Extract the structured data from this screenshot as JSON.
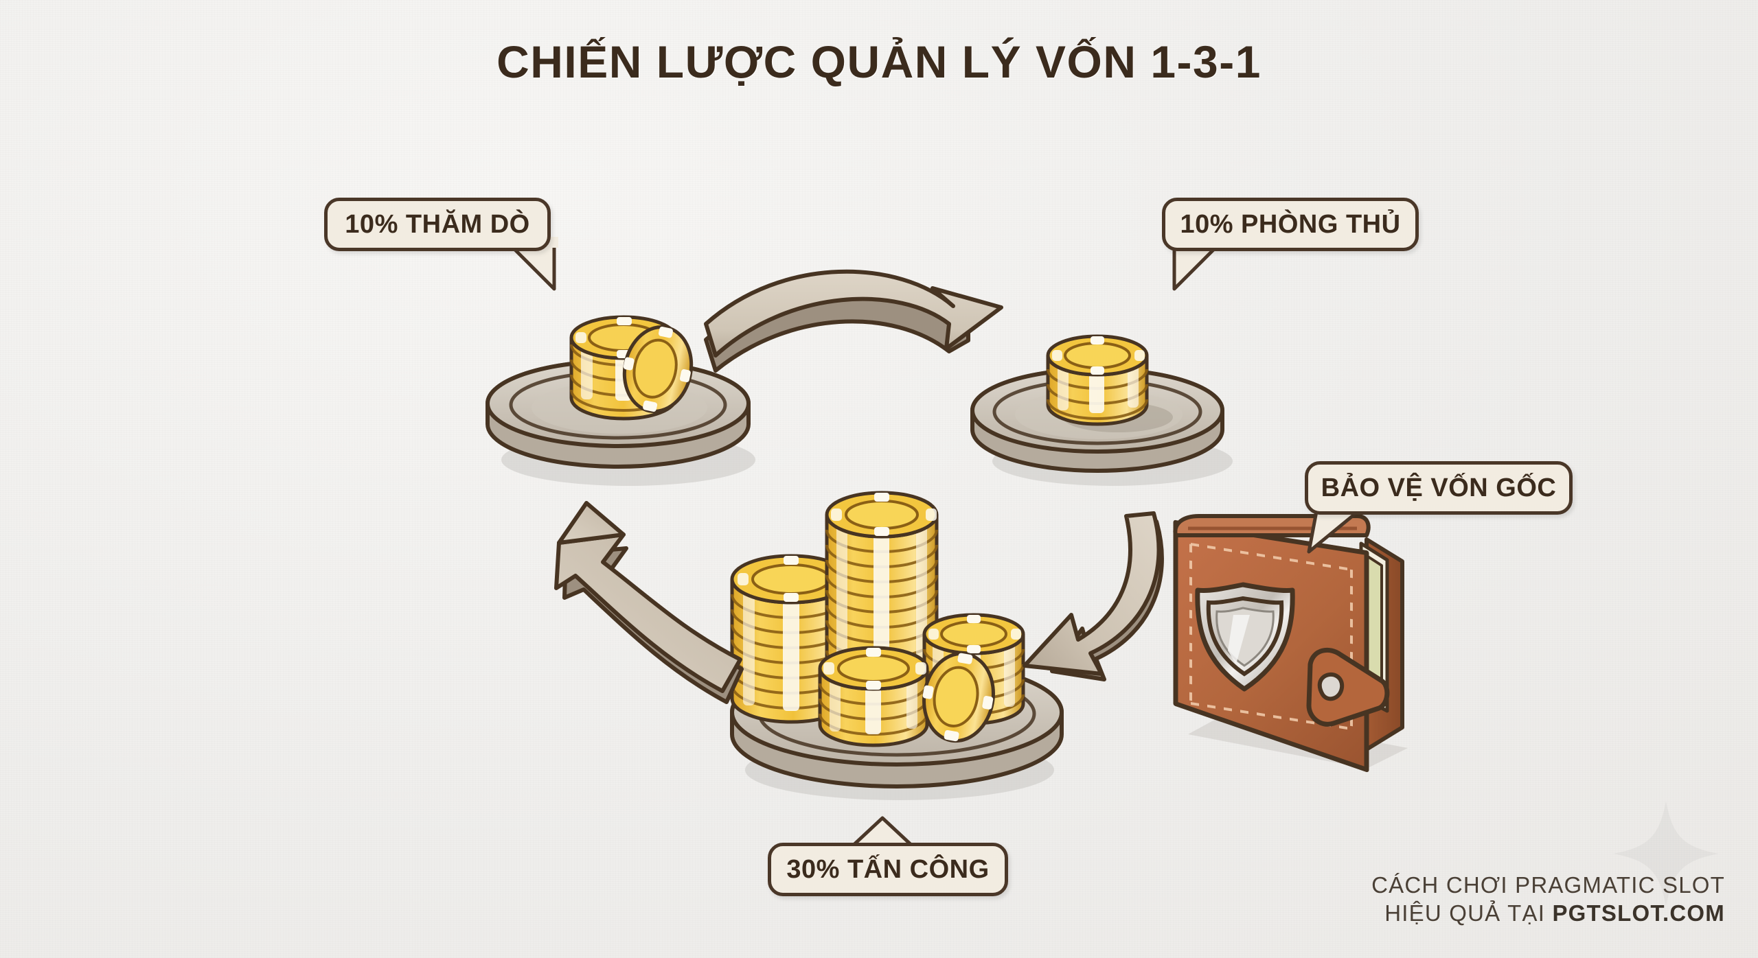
{
  "page": {
    "title": "CHIẾN LƯỢC QUẢN LÝ VỐN 1-3-1",
    "background_color": "#f2f1ef",
    "ink_color": "#3b2b1d"
  },
  "bubbles": [
    {
      "id": "explore",
      "label": "10% THĂM DÒ",
      "tail": "bottom-right"
    },
    {
      "id": "defense",
      "label": "10% PHÒNG THỦ",
      "tail": "bottom-left"
    },
    {
      "id": "protect",
      "label": "BẢO VỆ VỐN GỐC",
      "tail": "bottom-left"
    },
    {
      "id": "attack",
      "label": "30% TẤN CÔNG",
      "tail": "top-center"
    }
  ],
  "illustrations": {
    "plate_explore": {
      "name": "coin-plate-small-stack",
      "stacks": 1,
      "leaning_chip": true
    },
    "plate_defense": {
      "name": "coin-plate-single-stack",
      "stacks": 1,
      "leaning_chip": false
    },
    "plate_attack": {
      "name": "coin-plate-large-stacks",
      "stacks": 4,
      "leaning_chip": true
    },
    "wallet": {
      "name": "leather-wallet-with-shield"
    }
  },
  "arrows": [
    {
      "id": "arrow-explore-to-defense",
      "direction": "right"
    },
    {
      "id": "arrow-defense-to-attack",
      "direction": "down-left"
    },
    {
      "id": "arrow-attack-to-explore",
      "direction": "up-left"
    }
  ],
  "colors": {
    "coin_gold": "#f5c43c",
    "coin_gold_dark": "#c9901f",
    "coin_face": "#f7cf51",
    "plate_grey": "#cfc9bf",
    "plate_grey_dark": "#a99f92",
    "arrow_fill": "#cdc3b4",
    "arrow_dark": "#9d9080",
    "wallet_brown": "#b4663c",
    "wallet_brown_dark": "#8c4b2a",
    "outline": "#473422",
    "bubble_fill": "#f2ece1",
    "bubble_border": "#4a3728"
  },
  "watermark": {
    "line1": "CÁCH CHƠI PRAGMATIC SLOT",
    "line2_prefix": "HIỆU QUẢ TẠI ",
    "line2_domain": "PGTSLOT.COM"
  }
}
